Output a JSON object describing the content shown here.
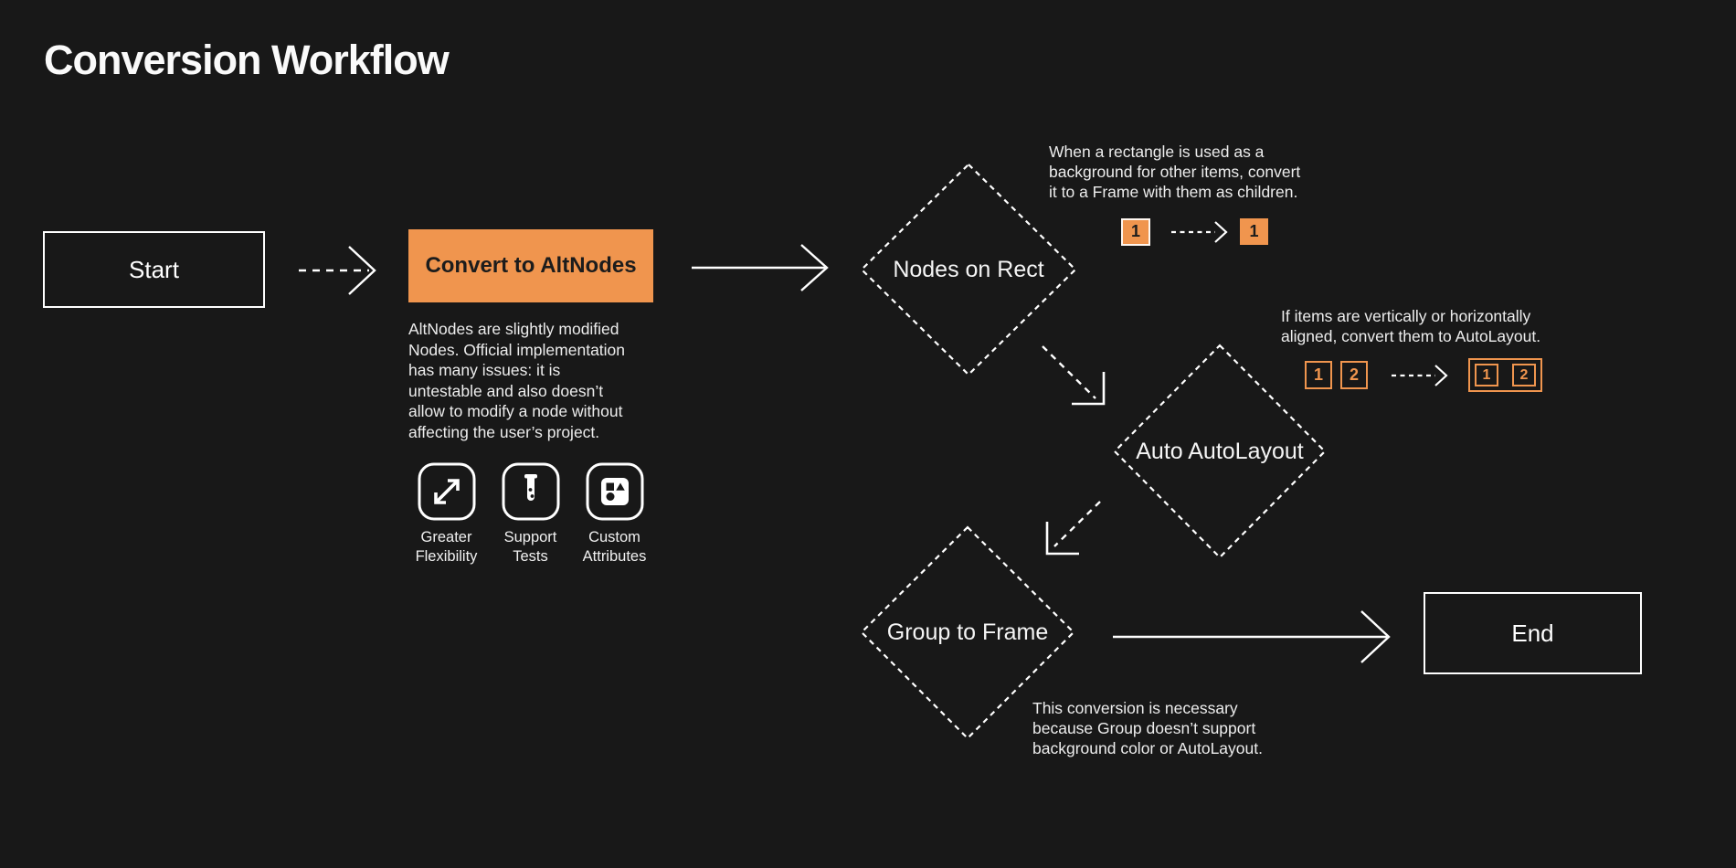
{
  "page": {
    "title": "Conversion Workflow",
    "colors": {
      "background": "#181818",
      "accent_orange": "#F0954E",
      "line_white": "#FFFFFF",
      "body_text": "#EDEDED",
      "dark_text": "#1C1C1C"
    }
  },
  "nodes": {
    "start": "Start",
    "convert": "Convert to AltNodes",
    "nodes_on_rect": "Nodes on Rect",
    "auto_autolayout": "Auto AutoLayout",
    "group_to_frame": "Group to Frame",
    "end": "End"
  },
  "altnodes_note": "AltNodes are slightly modified\nNodes. Official implementation\nhas many issues: it is\nuntestable and also doesn’t\nallow to modify a node without\naffecting the user’s project.",
  "features": [
    {
      "icon": "expand-icon",
      "label": "Greater\nFlexibility"
    },
    {
      "icon": "test-tube-icon",
      "label": "Support\nTests"
    },
    {
      "icon": "shapes-icon",
      "label": "Custom\nAttributes"
    }
  ],
  "annotations": {
    "rect_to_frame": {
      "text": "When a rectangle is used as a\nbackground for other items, convert\nit to a Frame with them as children.",
      "before": [
        "1"
      ],
      "after": [
        "1"
      ]
    },
    "autolayout": {
      "text": "If items are vertically or horizontally\naligned, convert them to AutoLayout.",
      "before": [
        "1",
        "2"
      ],
      "after": [
        "1",
        "2"
      ]
    },
    "group_frame": {
      "text": "This conversion is necessary\nbecause Group doesn’t support\nbackground color or AutoLayout."
    }
  }
}
